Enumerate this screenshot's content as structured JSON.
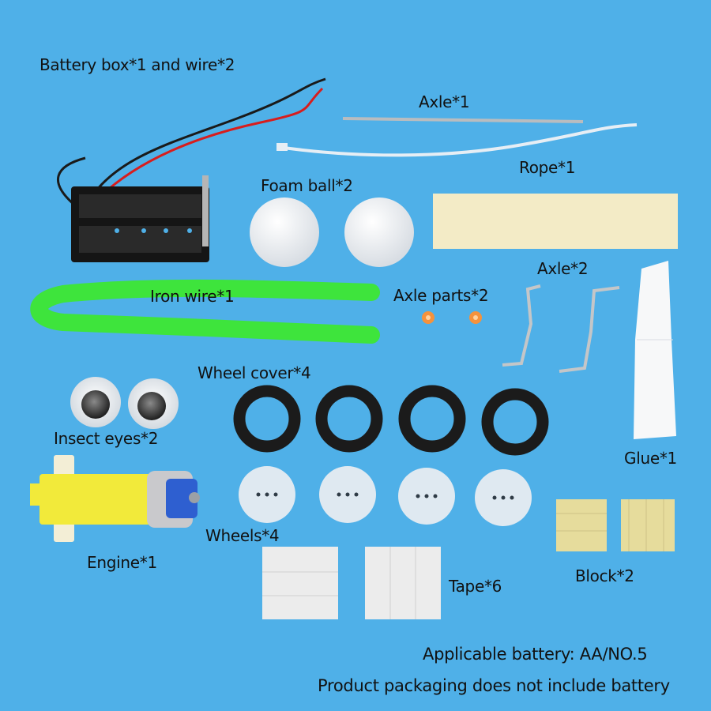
{
  "labels": {
    "battery_box": "Battery box*1 and wire*2",
    "axle1": "Axle*1",
    "rope": "Rope*1",
    "foam_ball": "Foam ball*2",
    "iron_wire": "Iron wire*1",
    "axle_parts": "Axle parts*2",
    "axle2": "Axle*2",
    "wheel_cover": "Wheel cover*4",
    "insect_eyes": "Insect eyes*2",
    "glue": "Glue*1",
    "wheels": "Wheels*4",
    "engine": "Engine*1",
    "block": "Block*2",
    "tape": "Tape*6"
  },
  "notes": {
    "battery": "Applicable battery: AA/NO.5",
    "packaging": "Product packaging does not include battery"
  },
  "colors": {
    "background": "#4fb0e8",
    "pipe_cleaner": "#3ee43c",
    "motor_yellow": "#f2ea3a",
    "motor_blue": "#2e5fd0",
    "rubber_ring": "#1b1b1b",
    "foam": "#f2f4f6",
    "wood": "#e6dc9c",
    "wheel": "#dfe9f1"
  }
}
